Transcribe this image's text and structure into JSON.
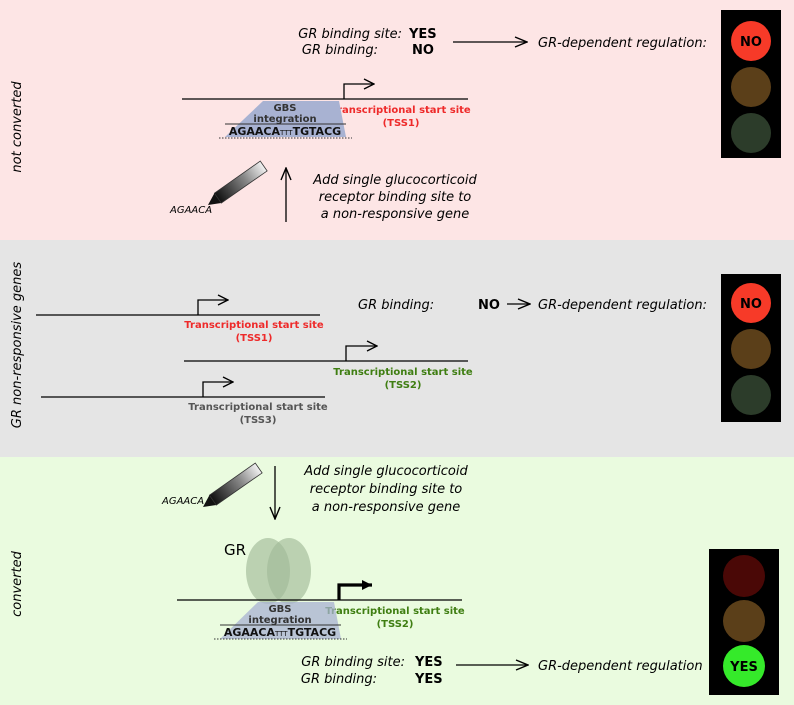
{
  "colors": {
    "top_bg": "#fde5e5",
    "middle_bg": "#e5e5e5",
    "bottom_bg": "#eafbdf",
    "red_text": "#ee2a2a",
    "green_text": "#3f7e12",
    "gray_text": "#555555",
    "light_red_on": "#f73a28",
    "light_red_off": "#4a0806",
    "light_amber_off": "#5b3f19",
    "light_green_off": "#2c3c2a",
    "light_green_on": "#35ea2a",
    "gbs_fill": "#a8b2d2",
    "gr_fill": "#a2ba98"
  },
  "panels": {
    "top": {
      "side_label": "not converted",
      "gr_binding_site_label": "GR binding site:",
      "gr_binding_site_value": "YES",
      "gr_binding_label": "GR binding:",
      "gr_binding_value": "NO",
      "regulation_label": "GR-dependent regulation:",
      "light_text": "NO",
      "tss_label": "Transcriptional start site",
      "tss_id": "(TSS1)",
      "gbs_label_1": "GBS",
      "gbs_label_2": "integration",
      "gbs_seq_a": "AGAACA",
      "gbs_seq_b": "TTT",
      "gbs_seq_c": "TGTACG",
      "pen_text": "AGAACA",
      "action_1": "Add single glucocorticoid",
      "action_2": "receptor binding site to",
      "action_3": "a non-responsive gene"
    },
    "middle": {
      "side_label": "GR non-responsive genes",
      "gr_binding_label": "GR binding:",
      "gr_binding_value": "NO",
      "regulation_label": "GR-dependent regulation:",
      "light_text": "NO",
      "genes": [
        {
          "tss_label": "Transcriptional start site",
          "tss_id": "(TSS1)"
        },
        {
          "tss_label": "Transcriptional start site",
          "tss_id": "(TSS2)"
        },
        {
          "tss_label": "Transcriptional start site",
          "tss_id": "(TSS3)"
        }
      ]
    },
    "bottom": {
      "side_label": "converted",
      "pen_text": "AGAACA",
      "action_1": "Add single glucocorticoid",
      "action_2": "receptor binding site to",
      "action_3": "a non-responsive gene",
      "gr_label": "GR",
      "gbs_label_1": "GBS",
      "gbs_label_2": "integration",
      "gbs_seq_a": "AGAACA",
      "gbs_seq_b": "TTT",
      "gbs_seq_c": "TGTACG",
      "tss_label": "Transcriptional start site",
      "tss_id": "(TSS2)",
      "gr_binding_site_label": "GR binding site:",
      "gr_binding_site_value": "YES",
      "gr_binding_label": "GR binding:",
      "gr_binding_value": "YES",
      "regulation_label": "GR-dependent regulation",
      "light_text": "YES"
    }
  }
}
